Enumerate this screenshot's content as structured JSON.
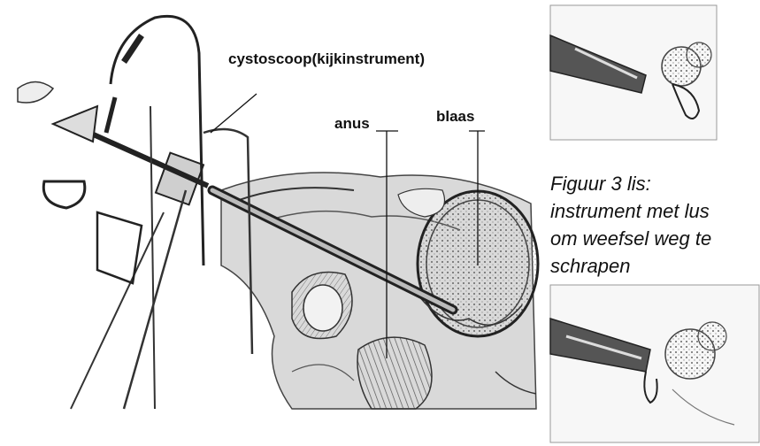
{
  "diagram": {
    "labels": {
      "cystoscope": "cystoscoop(kijkinstrument)",
      "anus": "anus",
      "bladder": "blaas"
    },
    "caption_lines": [
      "Figuur 3 lis:",
      "instrument met lus",
      "om weefsel weg te",
      "schrapen"
    ]
  }
}
